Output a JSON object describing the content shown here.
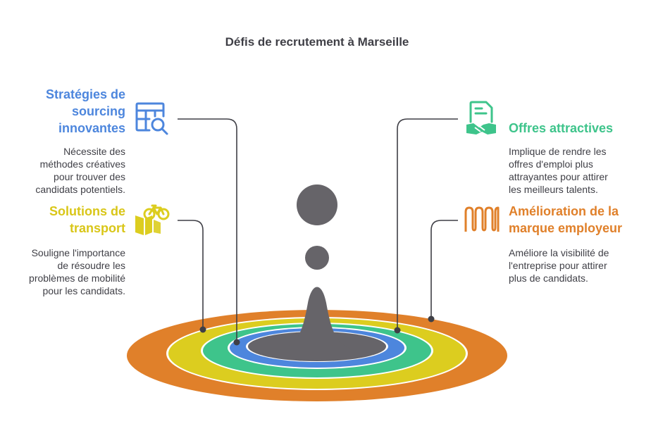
{
  "title": "Défis de recrutement à Marseille",
  "colors": {
    "blue": "#4d86dd",
    "green": "#3ec48b",
    "yellow": "#dccd1f",
    "orange": "#e0802a",
    "center": "#666469",
    "line": "#3f3f46"
  },
  "items": [
    {
      "heading_lines": [
        "Stratégies de",
        "sourcing",
        "innovantes"
      ],
      "description_lines": [
        "Nécessite des",
        "méthodes créatives",
        "pour trouver des",
        "candidats potentiels."
      ],
      "icon": "spreadsheet-search-icon",
      "color": "blue"
    },
    {
      "heading_lines": [
        "Solutions de",
        "transport"
      ],
      "description_lines": [
        "Souligne l'importance",
        "de résoudre les",
        "problèmes de mobilité",
        "pour les candidats."
      ],
      "icon": "bicycle-map-icon",
      "color": "yellow"
    },
    {
      "heading_lines": [
        "Offres attractives"
      ],
      "description_lines": [
        "Implique de rendre les",
        "offres d'emploi plus",
        "attrayantes pour attirer",
        "les meilleurs talents."
      ],
      "icon": "handshake-document-icon",
      "color": "green"
    },
    {
      "heading_lines": [
        "Amélioration de la",
        "marque employeur"
      ],
      "description_lines": [
        "Améliore la visibilité de",
        "l'entreprise pour attirer",
        "plus de candidats."
      ],
      "icon": "megaphone-waves-icon",
      "color": "orange"
    }
  ]
}
